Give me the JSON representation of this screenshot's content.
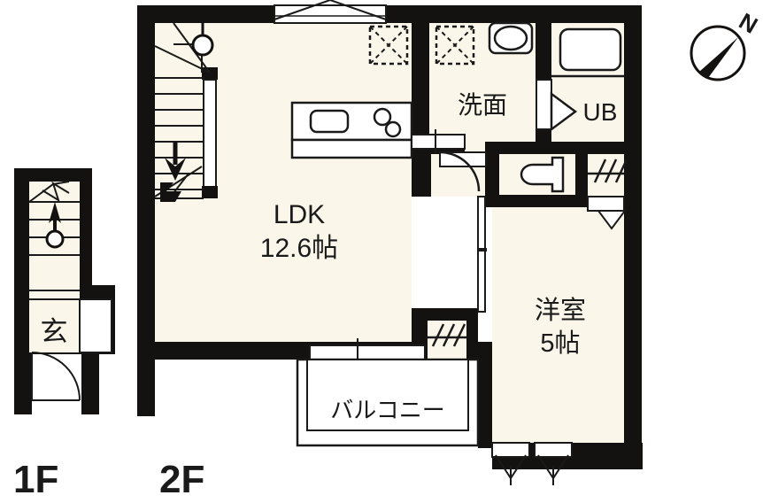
{
  "document": {
    "type": "floor-plan",
    "title": "2-story apartment floor plan",
    "background_color": "#ffffff",
    "floor_fill_color": "#faf6ea",
    "wall_color": "#141210",
    "line_color": "#1a1a1a"
  },
  "floor_labels": [
    {
      "id": "floor-1f",
      "text": "1F"
    },
    {
      "id": "floor-2f",
      "text": "2F"
    }
  ],
  "first_floor": {
    "rooms": [
      {
        "id": "entrance",
        "label": "玄",
        "name": "entrance-genkan"
      },
      {
        "id": "stair-1f",
        "label": "",
        "name": "staircase-up"
      }
    ],
    "stair_direction": "up"
  },
  "second_floor": {
    "rooms": [
      {
        "id": "ldk",
        "label_line1": "LDK",
        "label_line2": "12.6帖",
        "name": "living-dining-kitchen"
      },
      {
        "id": "washroom",
        "label": "洗面",
        "name": "washroom-senmen"
      },
      {
        "id": "unit-bath",
        "label": "UB",
        "name": "unit-bath"
      },
      {
        "id": "bedroom",
        "label_line1": "洋室",
        "label_line2": "5帖",
        "name": "western-style-bedroom"
      },
      {
        "id": "balcony",
        "label": "バルコニー",
        "name": "balcony"
      },
      {
        "id": "toilet",
        "label": "",
        "name": "toilet"
      }
    ],
    "stair_direction": "down",
    "fixtures": [
      {
        "name": "kitchen-counter",
        "features": [
          "sink",
          "two-burner-stove"
        ]
      },
      {
        "name": "bathtub",
        "features": [
          "tub"
        ]
      },
      {
        "name": "wash-basin",
        "features": [
          "oval-basin"
        ]
      },
      {
        "name": "toilet-bowl",
        "features": [
          "western-toilet"
        ]
      },
      {
        "name": "closet-hanger-rod",
        "count": 2
      },
      {
        "name": "washer-space-box",
        "count": 2
      }
    ],
    "openings": [
      {
        "name": "window-awning-top",
        "count": 1
      },
      {
        "name": "window-awning-bottom",
        "count": 2
      },
      {
        "name": "door-swing-toilet",
        "count": 1
      },
      {
        "name": "door-sliding-entry-ub",
        "count": 1
      },
      {
        "name": "balcony-sliding-door",
        "count": 1
      }
    ]
  },
  "compass": {
    "name": "north-arrow",
    "label": "N",
    "direction": "north-east"
  }
}
